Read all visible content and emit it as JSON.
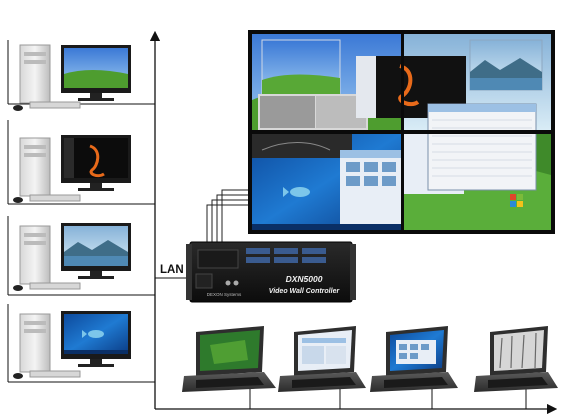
{
  "network": {
    "label": "LAN"
  },
  "controller": {
    "model": "DXN5000",
    "subtitle": "Video Wall Controller",
    "brand": "DEXON Systems"
  },
  "desktops": [
    {
      "id": "pc-1",
      "wallpaper": "bliss-hills"
    },
    {
      "id": "pc-2",
      "wallpaper": "dark-flame"
    },
    {
      "id": "pc-3",
      "wallpaper": "lake-scenery"
    },
    {
      "id": "pc-4",
      "wallpaper": "windows-7-blue"
    }
  ],
  "laptops": [
    {
      "id": "laptop-1",
      "wallpaper": "green-map"
    },
    {
      "id": "laptop-2",
      "wallpaper": "explorer-windows"
    },
    {
      "id": "laptop-3",
      "wallpaper": "windows-7-gallery"
    },
    {
      "id": "laptop-4",
      "wallpaper": "winter-trees"
    }
  ],
  "video_wall": {
    "grid": "2x2",
    "tiles": [
      "bliss-hills",
      "dark-flame",
      "lake-scenery",
      "windows-7-blue"
    ],
    "colors": {
      "frame": "#111111",
      "sky": "#2f6fc4",
      "grass": "#4a9a2c",
      "win7": "#1f64b8",
      "window": "#e8eef6"
    }
  }
}
